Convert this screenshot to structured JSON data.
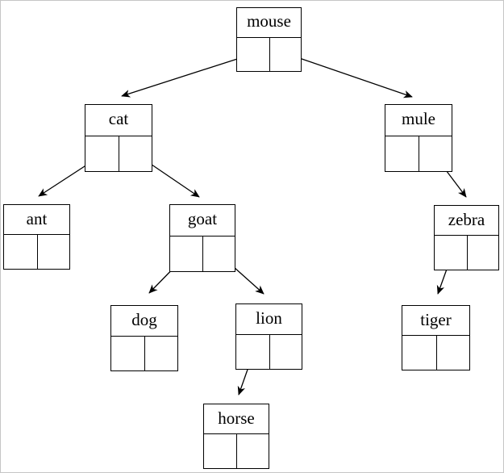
{
  "diagram": {
    "kind": "binary-tree",
    "nodes": {
      "mouse": {
        "label": "mouse",
        "left": "cat",
        "right": "mule"
      },
      "cat": {
        "label": "cat",
        "left": "ant",
        "right": "goat"
      },
      "mule": {
        "label": "mule",
        "left": null,
        "right": "zebra"
      },
      "ant": {
        "label": "ant",
        "left": null,
        "right": null
      },
      "goat": {
        "label": "goat",
        "left": "dog",
        "right": "lion"
      },
      "zebra": {
        "label": "zebra",
        "left": "tiger",
        "right": null
      },
      "dog": {
        "label": "dog",
        "left": null,
        "right": null
      },
      "lion": {
        "label": "lion",
        "left": "horse",
        "right": null
      },
      "tiger": {
        "label": "tiger",
        "left": null,
        "right": null
      },
      "horse": {
        "label": "horse",
        "left": null,
        "right": null
      }
    },
    "edges": [
      {
        "from": "mouse",
        "side": "left",
        "to": "cat"
      },
      {
        "from": "mouse",
        "side": "right",
        "to": "mule"
      },
      {
        "from": "cat",
        "side": "left",
        "to": "ant"
      },
      {
        "from": "cat",
        "side": "right",
        "to": "goat"
      },
      {
        "from": "mule",
        "side": "right",
        "to": "zebra"
      },
      {
        "from": "goat",
        "side": "left",
        "to": "dog"
      },
      {
        "from": "goat",
        "side": "right",
        "to": "lion"
      },
      {
        "from": "zebra",
        "side": "left",
        "to": "tiger"
      },
      {
        "from": "lion",
        "side": "left",
        "to": "horse"
      }
    ],
    "colors": {
      "line": "#000000",
      "background": "#ffffff",
      "frame": "#c6c6c6"
    }
  }
}
